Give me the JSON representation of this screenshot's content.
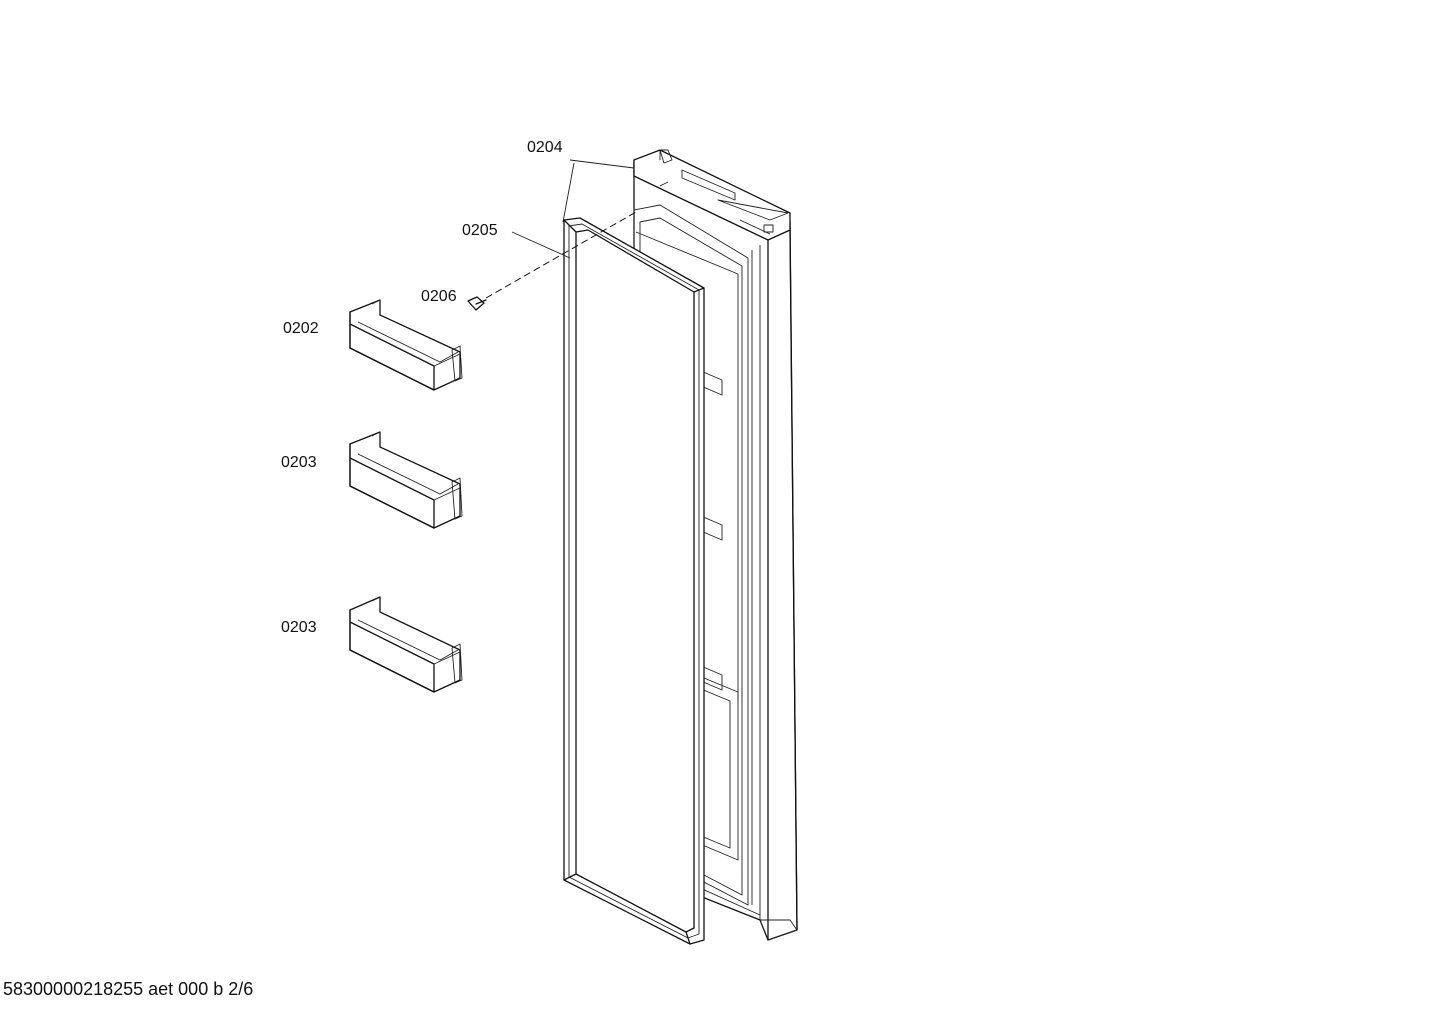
{
  "labels": {
    "door": "0204",
    "gasket": "0205",
    "screw": "0206",
    "shelf_top": "0202",
    "shelf_middle": "0203",
    "shelf_bottom": "0203"
  },
  "footer": "58300000218255 aet 000 b 2/6"
}
